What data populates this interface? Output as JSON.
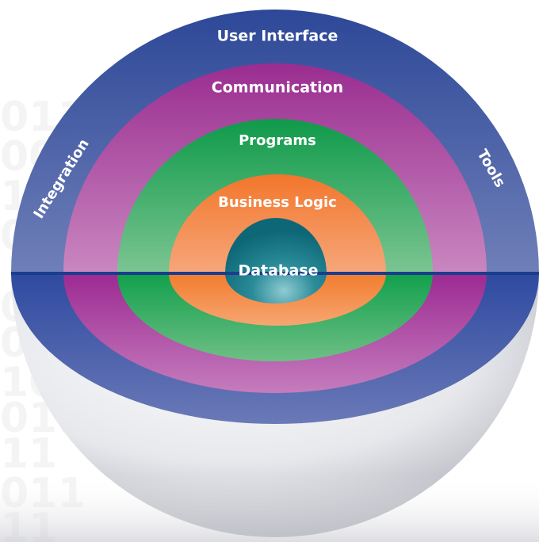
{
  "diagram": {
    "layers": [
      {
        "id": "user-interface",
        "label": "User Interface",
        "top_color": "#2d4898",
        "top_color_light": "#6f7fb8",
        "band_color": "#2e4aa0",
        "band_color_light": "#6a79b7"
      },
      {
        "id": "communication",
        "label": "Communication",
        "top_color": "#9a2d90",
        "top_color_light": "#c987c0",
        "band_color": "#9c2a92",
        "band_color_light": "#c57cbd"
      },
      {
        "id": "programs",
        "label": "Programs",
        "top_color": "#0f9a4a",
        "top_color_light": "#7cc592",
        "band_color": "#11a04c",
        "band_color_light": "#6ebf85"
      },
      {
        "id": "business-logic",
        "label": "Business Logic",
        "top_color": "#f2762b",
        "top_color_light": "#f6a77b",
        "band_color": "#f27c2e",
        "band_color_light": "#f6a672"
      },
      {
        "id": "database",
        "label": "Database",
        "top_color": "#0f6f7e",
        "top_color_light": "#4aa2ad"
      }
    ],
    "side_labels": {
      "left": "Integration",
      "right": "Tools"
    },
    "background_digits": [
      "011",
      "00",
      "10",
      "01",
      "01",
      "010",
      "10",
      "011",
      "11",
      "011",
      "11"
    ],
    "colors": {
      "equator_line": "#1a3d8e",
      "shell": "#d9dadf",
      "shell_dark": "#a8aab3"
    }
  }
}
